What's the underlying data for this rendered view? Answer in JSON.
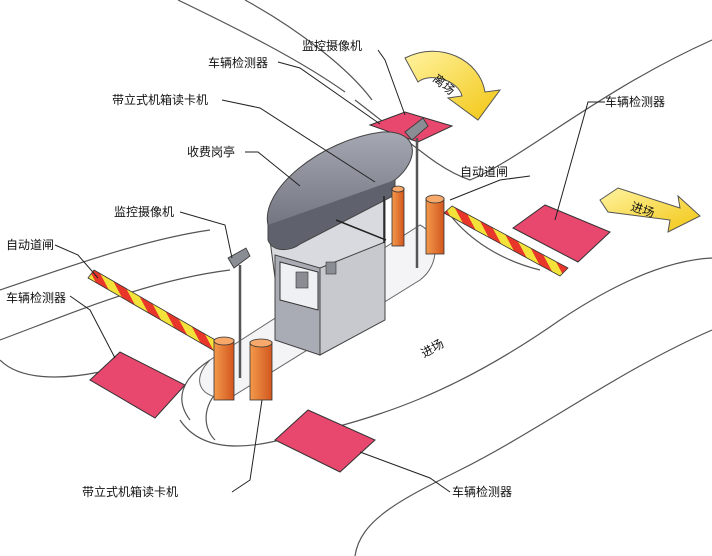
{
  "labels": {
    "camera_top": "监控摄像机",
    "detector_top": "车辆检测器",
    "card_reader_top": "带立式机箱读卡机",
    "booth": "收费岗亭",
    "camera_left": "监控摄像机",
    "barrier_right": "自动道闸",
    "barrier_left": "自动道闸",
    "detector_left": "车辆检测器",
    "detector_right": "车辆检测器",
    "road_entry": "进场",
    "detector_bottom": "车辆检测器",
    "card_reader_bottom": "带立式机箱读卡机"
  },
  "arrows": {
    "exit": "离场",
    "entry": "进场"
  },
  "colors": {
    "detector_pad": "#e8476e",
    "barrier_red": "#e8362a",
    "barrier_yellow": "#f3e23a",
    "post_orange": "#e8712f",
    "booth_roof": "#8a8d99",
    "arrow_yellow": "#f5d530"
  }
}
